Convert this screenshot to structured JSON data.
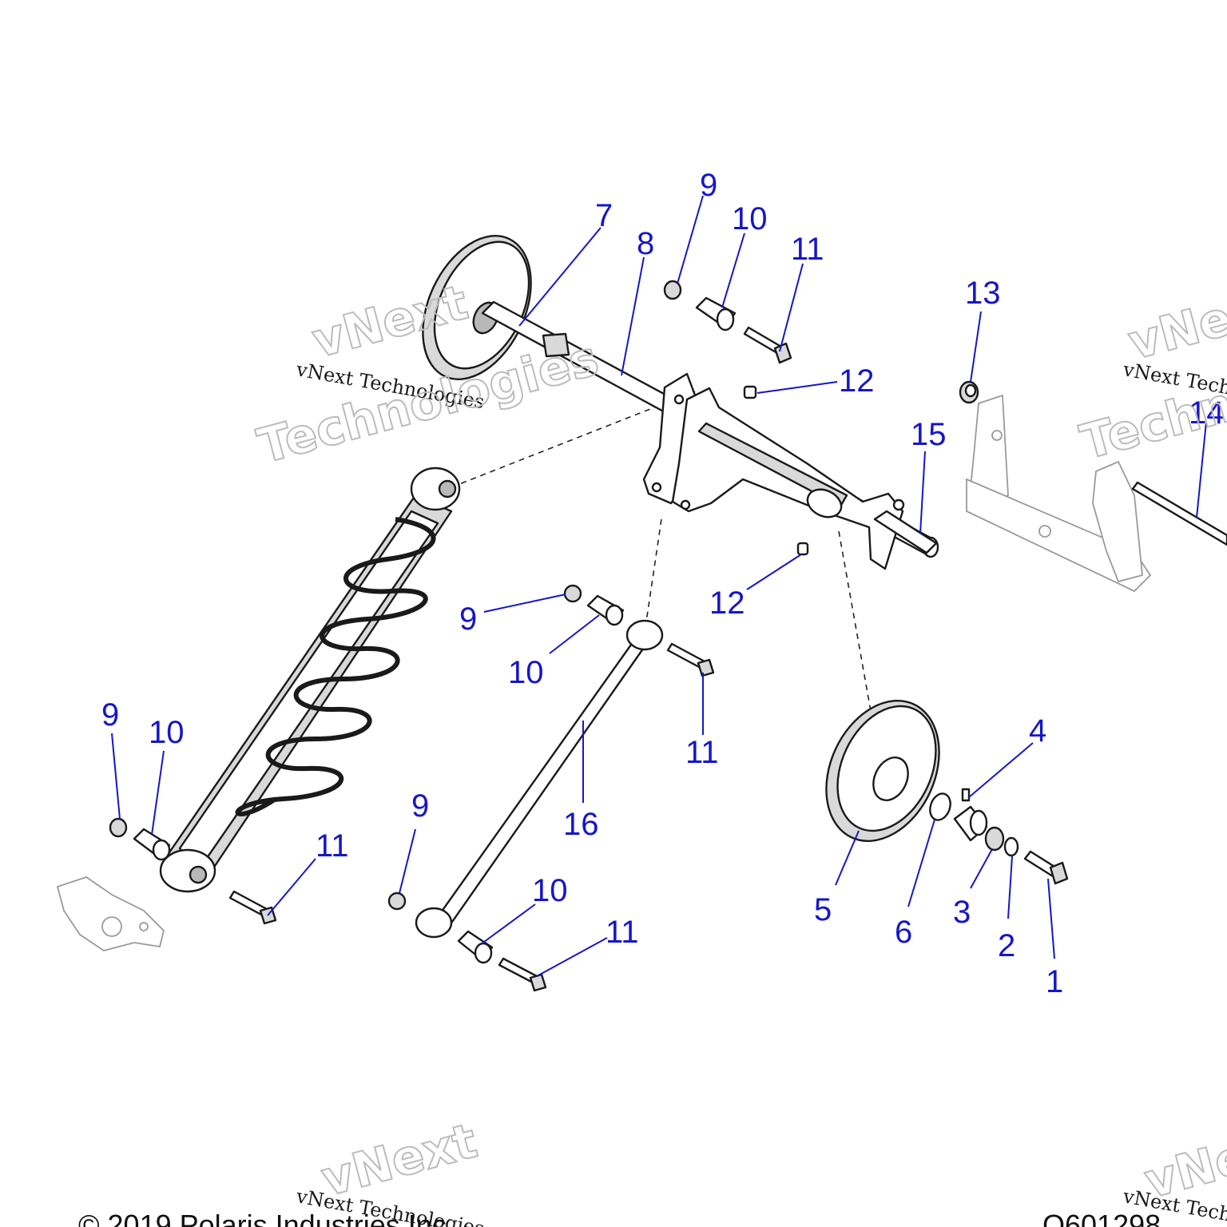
{
  "callouts": {
    "c1": "1",
    "c2": "2",
    "c3": "3",
    "c4": "4",
    "c5": "5",
    "c6": "6",
    "c7": "7",
    "c8": "8",
    "c9a": "9",
    "c9b": "9",
    "c9c": "9",
    "c9d": "9",
    "c10a": "10",
    "c10b": "10",
    "c10c": "10",
    "c10d": "10",
    "c11a": "11",
    "c11b": "11",
    "c11c": "11",
    "c11d": "11",
    "c12a": "12",
    "c12b": "12",
    "c13": "13",
    "c14": "14",
    "c15": "15",
    "c16": "16"
  },
  "watermark": {
    "small": "vNext Technologies",
    "big_line1": "vNext",
    "big_line2": "Technologies"
  },
  "footer": {
    "copyright": "© 2019 Polaris Industries Inc.",
    "figure_code": "Q601298"
  },
  "colors": {
    "callout": "#1616c8",
    "line_art": "#1a1a1a",
    "background": "#ffffff"
  }
}
